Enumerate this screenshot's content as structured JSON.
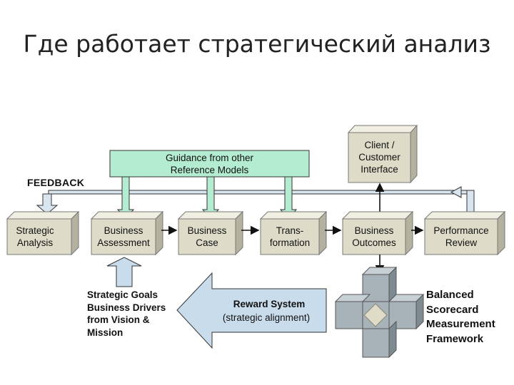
{
  "title": "Где работает стратегический анализ",
  "diagram": {
    "guidance": "Guidance from other\nReference Models",
    "client": "Client /\nCustomer\nInterface",
    "feedback": "FEEDBACK",
    "steps": [
      "Strategic\nAnalysis",
      "Business\nAssessment",
      "Business\nCase",
      "Trans-\nformation",
      "Business\nOutcomes",
      "Performance\nReview"
    ],
    "strategic_goals": "Strategic Goals\nBusiness Drivers\nfrom Vision &\nMission",
    "reward_title": "Reward System",
    "reward_sub": "(strategic alignment)",
    "balanced_scorecard": "Balanced\nScorecard\nMeasurement\nFramework"
  },
  "colors": {
    "box_front": "#dedcc9",
    "box_top": "#f0efe2",
    "box_side": "#b4b29e",
    "guidance_fill": "#b3ecd0",
    "arrow_green": "#b3ecd0",
    "arrow_blue": "#c9dcec",
    "cube_face": "#a7b3b9"
  }
}
